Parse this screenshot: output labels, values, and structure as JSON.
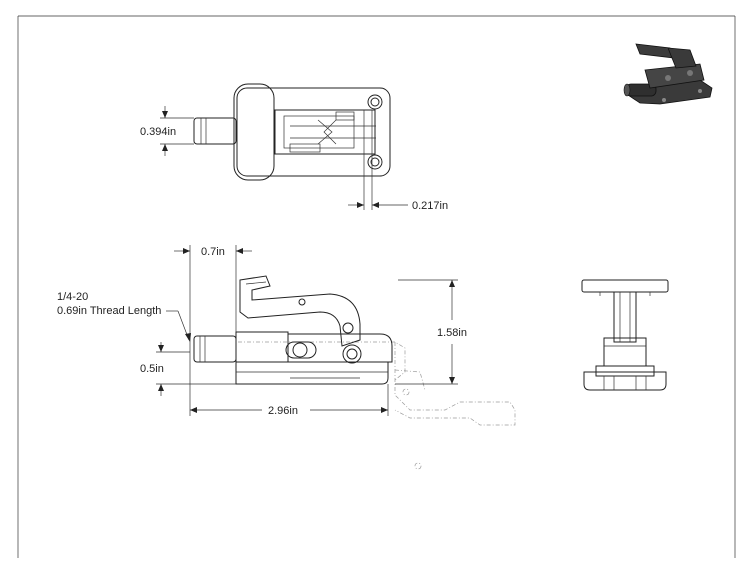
{
  "colors": {
    "line": "#222222",
    "ghost": "#9a9a9a",
    "iso_body": "#2f2f2f",
    "background": "#ffffff"
  },
  "dimensions": {
    "top_shaft_dia": "0.394in",
    "top_slot_width": "0.217in",
    "side_plunger_offset": "0.7in",
    "side_thread_size": "1/4-20",
    "side_thread_length": "0.69in Thread Length",
    "side_height": "1.58in",
    "side_shaft_height": "0.5in",
    "side_overall_length": "2.96in"
  },
  "views": {
    "isometric": "isometric-view",
    "top": "top-view",
    "side": "side-view",
    "front": "front-view"
  }
}
